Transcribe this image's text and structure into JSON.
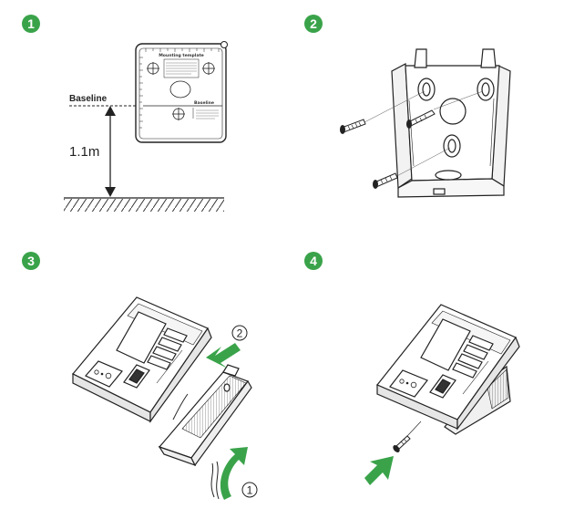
{
  "steps": {
    "s1": "1",
    "s2": "2",
    "s3": "3",
    "s4": "4"
  },
  "step1": {
    "baseline_label": "Baseline",
    "height_label": "1.1m",
    "template_title": "Mounting template",
    "template_baseline": "Baseline"
  },
  "step3": {
    "order_a": "2",
    "order_b": "1"
  },
  "colors": {
    "step_badge": "#3aa34a",
    "arrow": "#3aa34a",
    "line": "#222222"
  }
}
